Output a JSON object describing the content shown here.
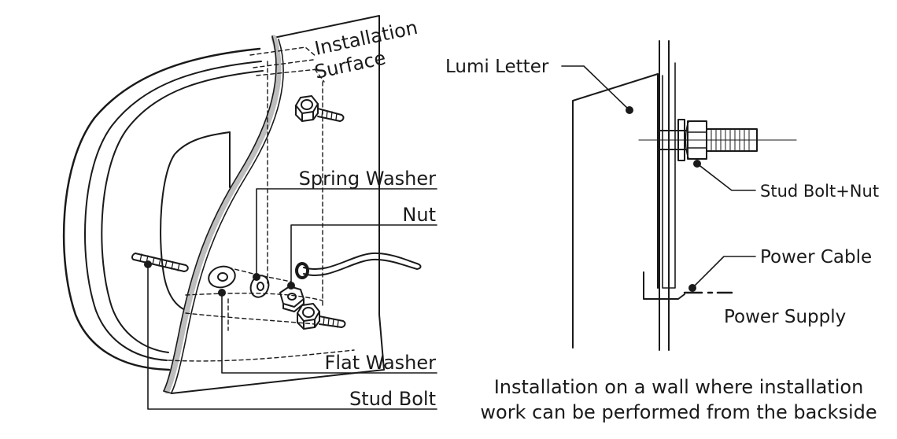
{
  "left_diagram": {
    "labels": {
      "installation": "Installation",
      "surface": "Surface",
      "spring_washer": "Spring Washer",
      "nut": "Nut",
      "flat_washer": "Flat Washer",
      "stud_bolt": "Stud Bolt"
    }
  },
  "right_diagram": {
    "labels": {
      "lumi_letter": "Lumi Letter",
      "stud_bolt_nut": "Stud Bolt+Nut",
      "power_cable": "Power Cable",
      "power_supply": "Power Supply"
    }
  },
  "caption": {
    "line1": "Installation on a wall where installation",
    "line2": "work can be performed from the backside"
  },
  "colors": {
    "line": "#1a1a1a",
    "panel_edge": "#bdbdbd",
    "background": "#ffffff"
  }
}
